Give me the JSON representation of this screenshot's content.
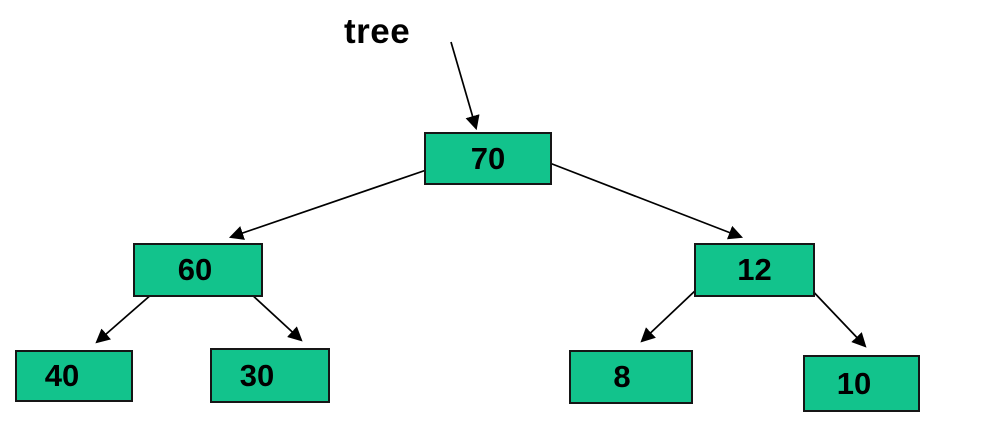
{
  "diagram": {
    "type": "binary-tree",
    "pointer_label": "tree",
    "nodes": [
      {
        "id": "n70",
        "value": "70",
        "level": 0
      },
      {
        "id": "n60",
        "value": "60",
        "level": 1
      },
      {
        "id": "n12",
        "value": "12",
        "level": 1
      },
      {
        "id": "n40",
        "value": "40",
        "level": 2
      },
      {
        "id": "n30",
        "value": "30",
        "level": 2
      },
      {
        "id": "n8",
        "value": "8",
        "level": 2
      },
      {
        "id": "n10",
        "value": "10",
        "level": 2
      }
    ],
    "edges": [
      {
        "from": "tree",
        "to": "70",
        "type": "pointer"
      },
      {
        "from": "70",
        "to": "60",
        "side": "left"
      },
      {
        "from": "70",
        "to": "12",
        "side": "right"
      },
      {
        "from": "60",
        "to": "40",
        "side": "left"
      },
      {
        "from": "60",
        "to": "30",
        "side": "right"
      },
      {
        "from": "12",
        "to": "8",
        "side": "left"
      },
      {
        "from": "12",
        "to": "10",
        "side": "right"
      }
    ],
    "tree": {
      "value": "70",
      "left": {
        "value": "60",
        "left": {
          "value": "40"
        },
        "right": {
          "value": "30"
        }
      },
      "right": {
        "value": "12",
        "left": {
          "value": "8"
        },
        "right": {
          "value": "10"
        }
      }
    },
    "colors": {
      "node_fill": "#12c38c",
      "node_border": "#161616",
      "arrow": "#000000",
      "text": "#000000",
      "background": "#ffffff"
    }
  }
}
